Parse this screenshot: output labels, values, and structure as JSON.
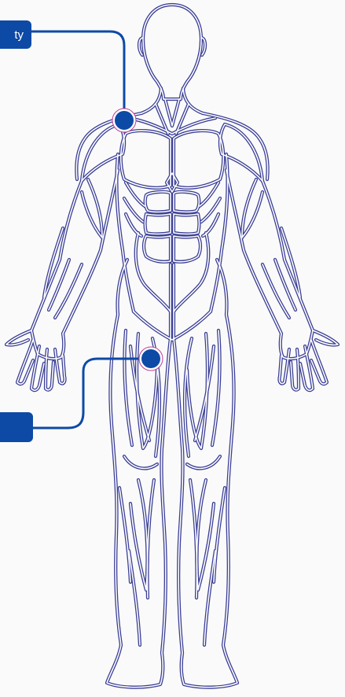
{
  "callouts": [
    {
      "label": "ty"
    },
    {
      "label": ""
    }
  ],
  "colors": {
    "outline": "#3b3f95",
    "outline_inner": "#ffffff",
    "accent": "#0d4aa6",
    "hotspot_ring": "#c23b96",
    "background": "#fafafa"
  },
  "icons": {
    "figure": "muscular-human-body-outline",
    "hotspot": "marker-dot"
  }
}
